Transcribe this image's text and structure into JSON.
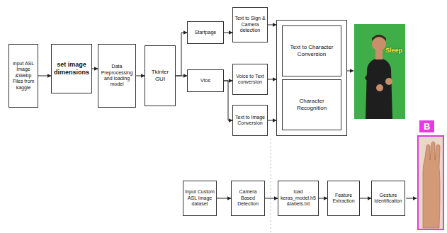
{
  "diagram": {
    "nodes": [
      {
        "text": [
          "Input ASL Image &Webp Files from kaggle"
        ]
      },
      {
        "text": [
          "set image dimensions"
        ]
      },
      {
        "text": [
          "Data Preprocessing and loading model"
        ]
      },
      {
        "text": [
          "Tkinter GUI"
        ]
      },
      {
        "text": [
          "Startpage"
        ]
      },
      {
        "text": [
          "Vtos"
        ]
      },
      {
        "text": [
          "Text to Sign & Camera detection"
        ]
      },
      {
        "text": [
          "Voice to Text conversion"
        ]
      },
      {
        "text": [
          "Text to Image Conversion"
        ]
      },
      {
        "text": []
      },
      {
        "text": [
          "Text to Character Conversion"
        ],
        "in": 9
      },
      {
        "text": [
          "Character Recognition"
        ],
        "in": 9
      },
      {
        "text": [
          "Input Custom ASL Image dataset"
        ]
      },
      {
        "text": [
          "Camera Based Detection"
        ]
      },
      {
        "text": [
          "load keras_model.h5 &labels.txt"
        ]
      },
      {
        "text": [
          "Feature Extraction"
        ]
      },
      {
        "text": [
          "Gesture Identification"
        ]
      }
    ],
    "edges": [
      {
        "from": 0,
        "to": 1,
        "arrow": "to"
      },
      {
        "from": 1,
        "to": 2,
        "arrow": "to"
      },
      {
        "from": 2,
        "to": 3,
        "arrow": "to"
      },
      {
        "from": 3,
        "to": 4,
        "arrow": "to"
      },
      {
        "from": 3,
        "to": 5,
        "arrow": "to"
      },
      {
        "from": 4,
        "to": 6,
        "arrow": "to"
      },
      {
        "from": 5,
        "to": 7,
        "arrow": "to"
      },
      {
        "from": 5,
        "to": 8,
        "arrow": "to"
      },
      {
        "from": 6,
        "to": 9,
        "arrow": "to"
      },
      {
        "from": 7,
        "to": 9,
        "arrow": "to"
      },
      {
        "from": 8,
        "to": 9,
        "arrow": "to"
      },
      {
        "from": 12,
        "to": 13,
        "arrow": "to"
      },
      {
        "from": 13,
        "to": 14,
        "arrow": "to"
      },
      {
        "from": 14,
        "to": 15,
        "arrow": "to"
      },
      {
        "from": 15,
        "to": 16,
        "arrow": "to"
      }
    ],
    "labels": [
      "Sleep",
      "B"
    ]
  }
}
